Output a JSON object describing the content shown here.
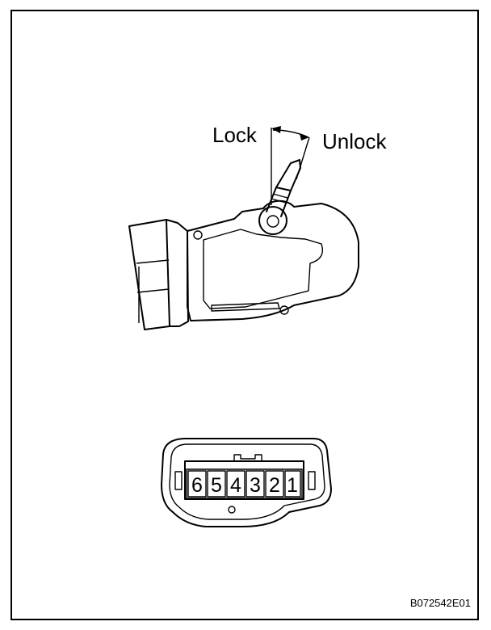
{
  "labels": {
    "lock": "Lock",
    "unlock": "Unlock"
  },
  "connector": {
    "pins": [
      "6",
      "5",
      "4",
      "3",
      "2",
      "1"
    ]
  },
  "figure_code": "B072542E01"
}
